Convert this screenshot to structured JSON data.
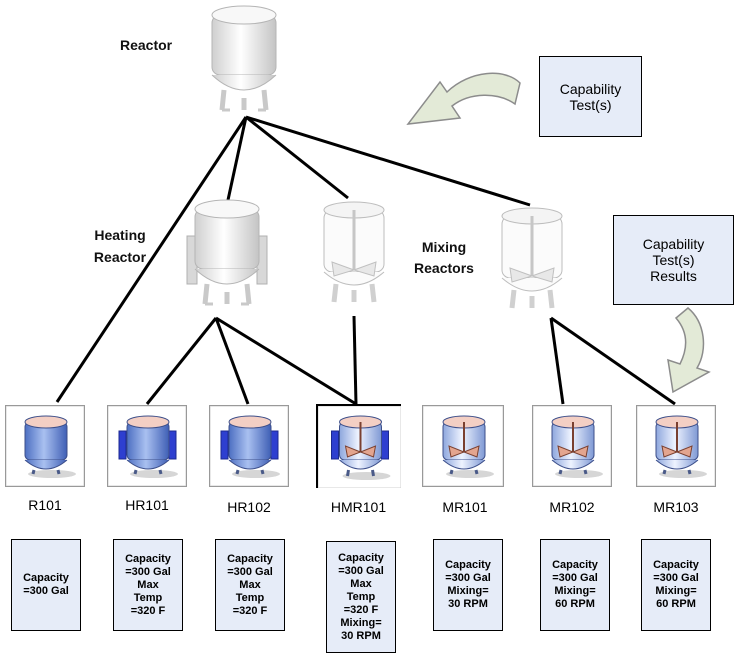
{
  "labels": {
    "reactor": "Reactor",
    "heating_reactor": [
      "Heating",
      "Reactor"
    ],
    "mixing_reactors": [
      "Mixing",
      "Reactors"
    ]
  },
  "boxes": {
    "capability_tests": [
      "Capability",
      "Test(s)"
    ],
    "capability_results": [
      "Capability",
      "Test(s)",
      "Results"
    ]
  },
  "reactors": [
    {
      "id": "R101",
      "type": "plain",
      "specs": [
        "Capacity",
        "=300 Gal"
      ]
    },
    {
      "id": "HR101",
      "type": "heating",
      "specs": [
        "Capacity",
        "=300 Gal",
        "Max",
        "Temp",
        "=320 F"
      ]
    },
    {
      "id": "HR102",
      "type": "heating",
      "specs": [
        "Capacity",
        "=300 Gal",
        "Max",
        "Temp",
        "=320 F"
      ]
    },
    {
      "id": "HMR101",
      "type": "heating-mixing",
      "specs": [
        "Capacity",
        "=300 Gal",
        "Max",
        "Temp",
        "=320 F",
        "Mixing=",
        "30 RPM"
      ]
    },
    {
      "id": "MR101",
      "type": "mixing",
      "specs": [
        "Capacity",
        "=300 Gal",
        "Mixing=",
        "30 RPM"
      ]
    },
    {
      "id": "MR102",
      "type": "mixing",
      "specs": [
        "Capacity",
        "=300 Gal",
        "Mixing=",
        "60 RPM"
      ]
    },
    {
      "id": "MR103",
      "type": "mixing",
      "specs": [
        "Capacity",
        "=300 Gal",
        "Mixing=",
        "60 RPM"
      ]
    }
  ],
  "colors": {
    "tank_body": "#f2f2f2",
    "tile_tank_body": "#6f8fd6",
    "tile_tank_top": "#f3cfc4",
    "heater_pad": "#2e3fd0",
    "arrow_fill": "#e3ead7",
    "box_fill": "#e6ecf8"
  }
}
